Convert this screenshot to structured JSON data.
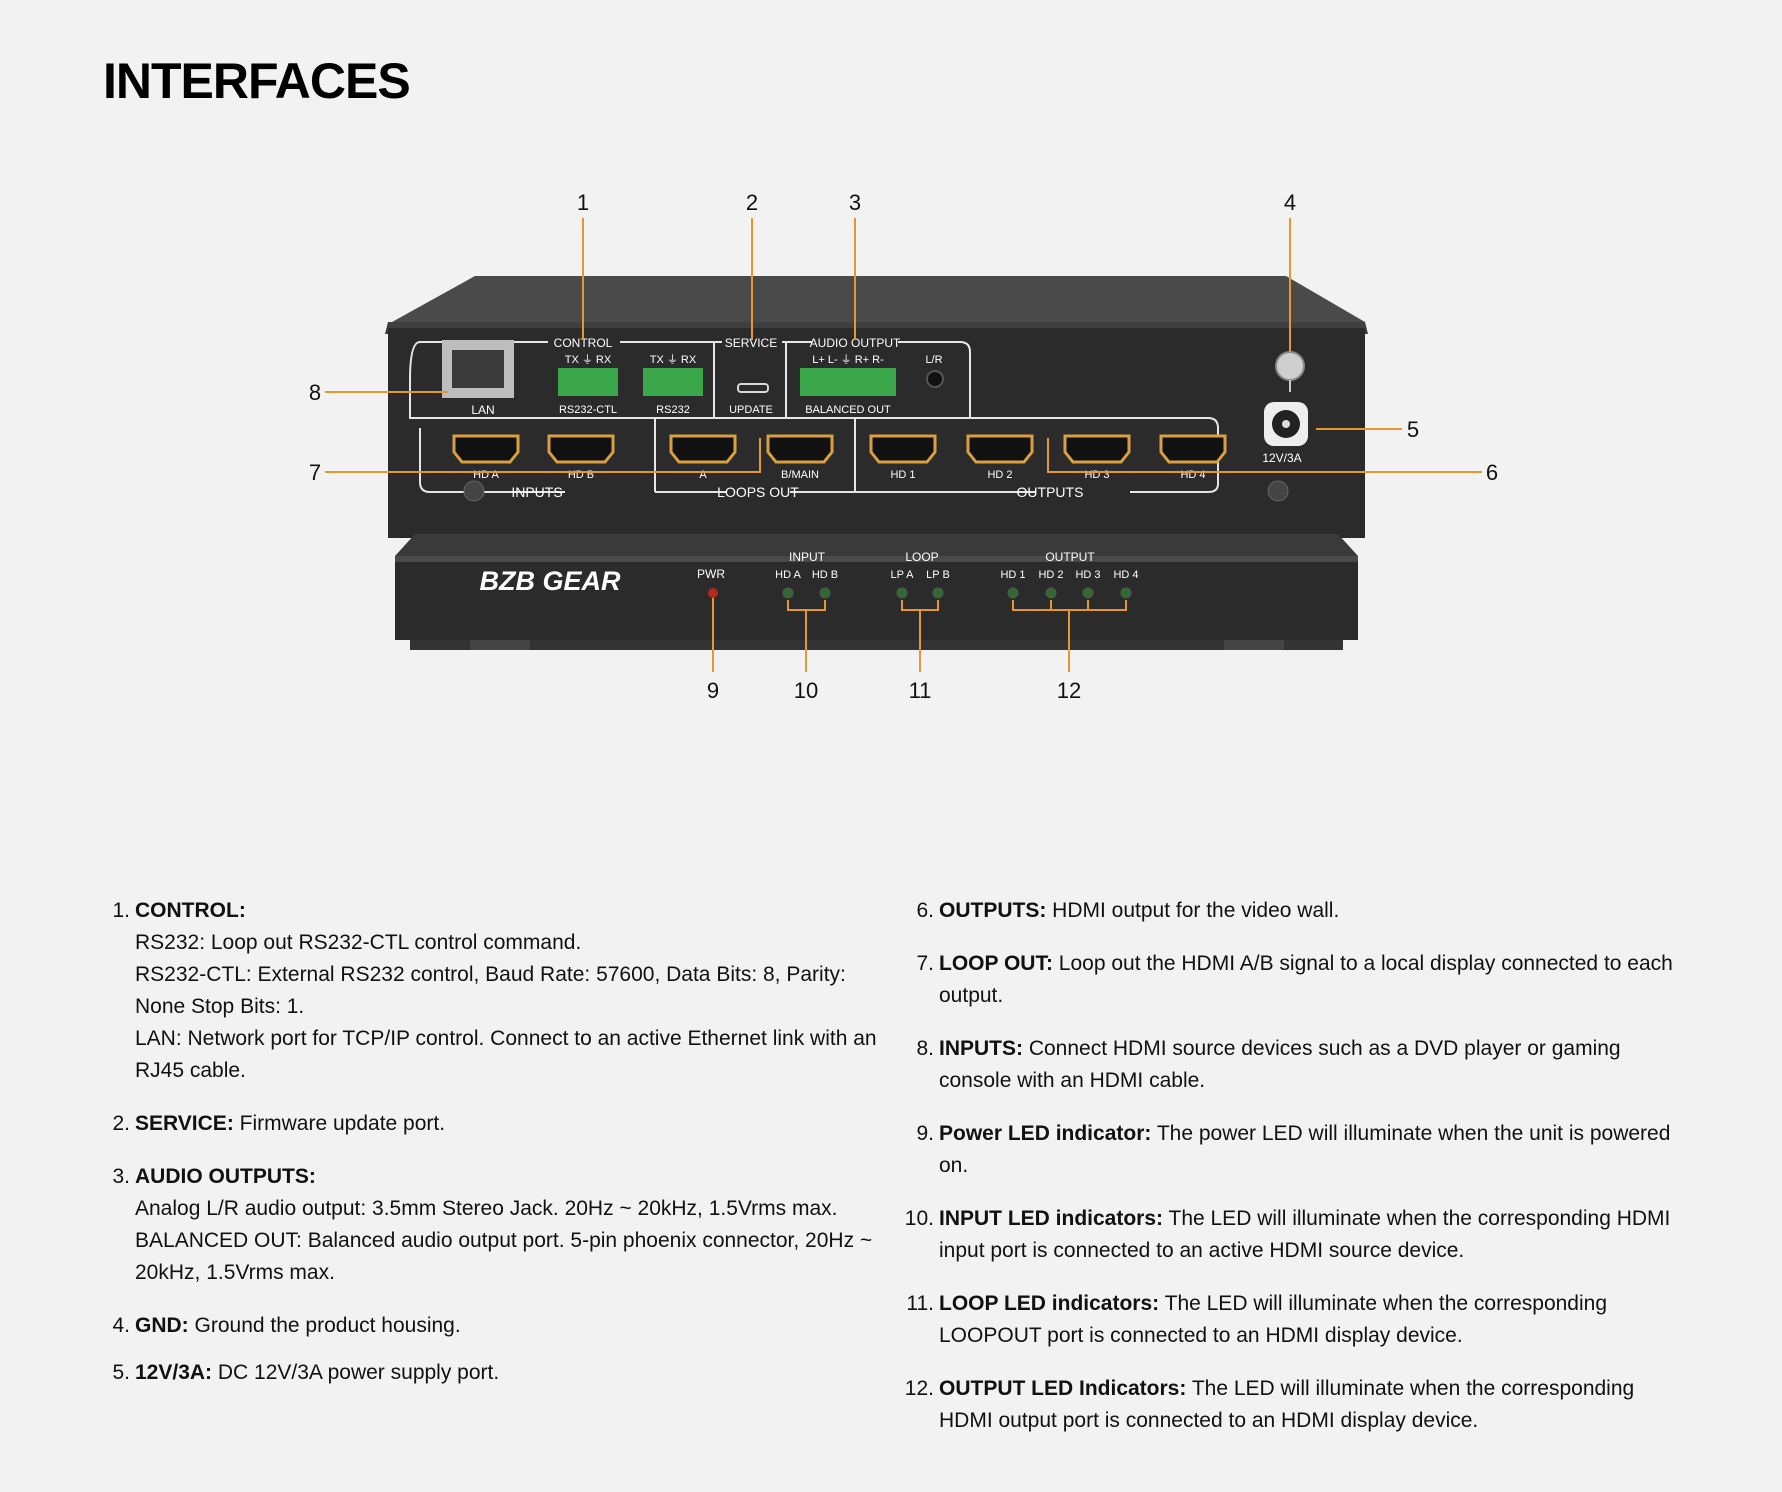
{
  "page": {
    "title": "INTERFACES"
  },
  "device": {
    "brand_logo": "BZB GEAR",
    "rear": {
      "group_control": "CONTROL",
      "group_service": "SERVICE",
      "group_audio": "AUDIO OUTPUT",
      "pins_control": "TX ⏚ RX",
      "pins_rs232": "TX ⏚ RX",
      "pins_audio": "L+ L- ⏚ R+ R-",
      "lan": "LAN",
      "rs232ctl": "RS232-CTL",
      "rs232": "RS232",
      "update": "UPDATE",
      "balanced_out": "BALANCED OUT",
      "lr": "L/R",
      "power_rating": "12V/3A",
      "ports": [
        "HD A",
        "HD B",
        "A",
        "B/MAIN",
        "HD 1",
        "HD 2",
        "HD 3",
        "HD 4"
      ],
      "group_inputs": "INPUTS",
      "group_loops": "LOOPS OUT",
      "group_outputs": "OUTPUTS"
    },
    "front": {
      "pwr": "PWR",
      "group_input": "INPUT",
      "group_loop": "LOOP",
      "group_output": "OUTPUT",
      "input_leds": [
        "HD A",
        "HD B"
      ],
      "loop_leds": [
        "LP A",
        "LP B"
      ],
      "output_leds": [
        "HD 1",
        "HD 2",
        "HD 3",
        "HD 4"
      ]
    },
    "callouts": [
      "1",
      "2",
      "3",
      "4",
      "5",
      "6",
      "7",
      "8",
      "9",
      "10",
      "11",
      "12"
    ],
    "colors": {
      "callout_line": "#e8972f",
      "chassis": "#2b2b2b",
      "terminal": "#3aa84a",
      "pwr_led": "#b32a1e",
      "led_green": "#2f6b2f"
    }
  },
  "descriptions": [
    {
      "num": "1.",
      "term": "CONTROL:",
      "text": "",
      "lines": [
        "RS232: Loop out RS232-CTL control command.",
        "RS232-CTL: External RS232 control, Baud Rate: 57600, Data Bits: 8, Parity: None Stop Bits: 1.",
        "LAN: Network port for TCP/IP control. Connect to an active Ethernet link with an RJ45 cable."
      ]
    },
    {
      "num": "2.",
      "term": "SERVICE:",
      "text": " Firmware update port."
    },
    {
      "num": "3.",
      "term": "AUDIO OUTPUTS:",
      "text": "",
      "lines": [
        "Analog L/R audio output: 3.5mm Stereo Jack. 20Hz ~ 20kHz, 1.5Vrms max.",
        "BALANCED OUT: Balanced audio output port. 5-pin phoenix connector, 20Hz ~ 20kHz, 1.5Vrms max."
      ]
    },
    {
      "num": "4.",
      "term": "GND:",
      "text": " Ground the product housing."
    },
    {
      "num": "5.",
      "term": "12V/3A:",
      "text": " DC 12V/3A power supply port."
    },
    {
      "num": "6.",
      "term": "OUTPUTS:",
      "text": " HDMI output for the video wall."
    },
    {
      "num": "7.",
      "term": "LOOP OUT:",
      "text": " Loop out the HDMI A/B signal to a local display connected to each output."
    },
    {
      "num": "8.",
      "term": "INPUTS:",
      "text": " Connect HDMI source devices such as a DVD player or gaming console with an HDMI cable."
    },
    {
      "num": "9.",
      "term": "Power LED indicator:",
      "text": " The power LED will illuminate when the unit is powered on."
    },
    {
      "num": "10.",
      "term": "INPUT LED indicators:",
      "text": " The LED will illuminate when the corresponding HDMI input port is connected to an active HDMI source device."
    },
    {
      "num": "11.",
      "term": "LOOP LED indicators:",
      "text": " The LED will illuminate when the corresponding LOOPOUT port is connected to an HDMI display device."
    },
    {
      "num": "12.",
      "term": "OUTPUT LED Indicators:",
      "text": " The LED will illuminate when the corresponding HDMI output port is connected to an HDMI display device."
    }
  ]
}
